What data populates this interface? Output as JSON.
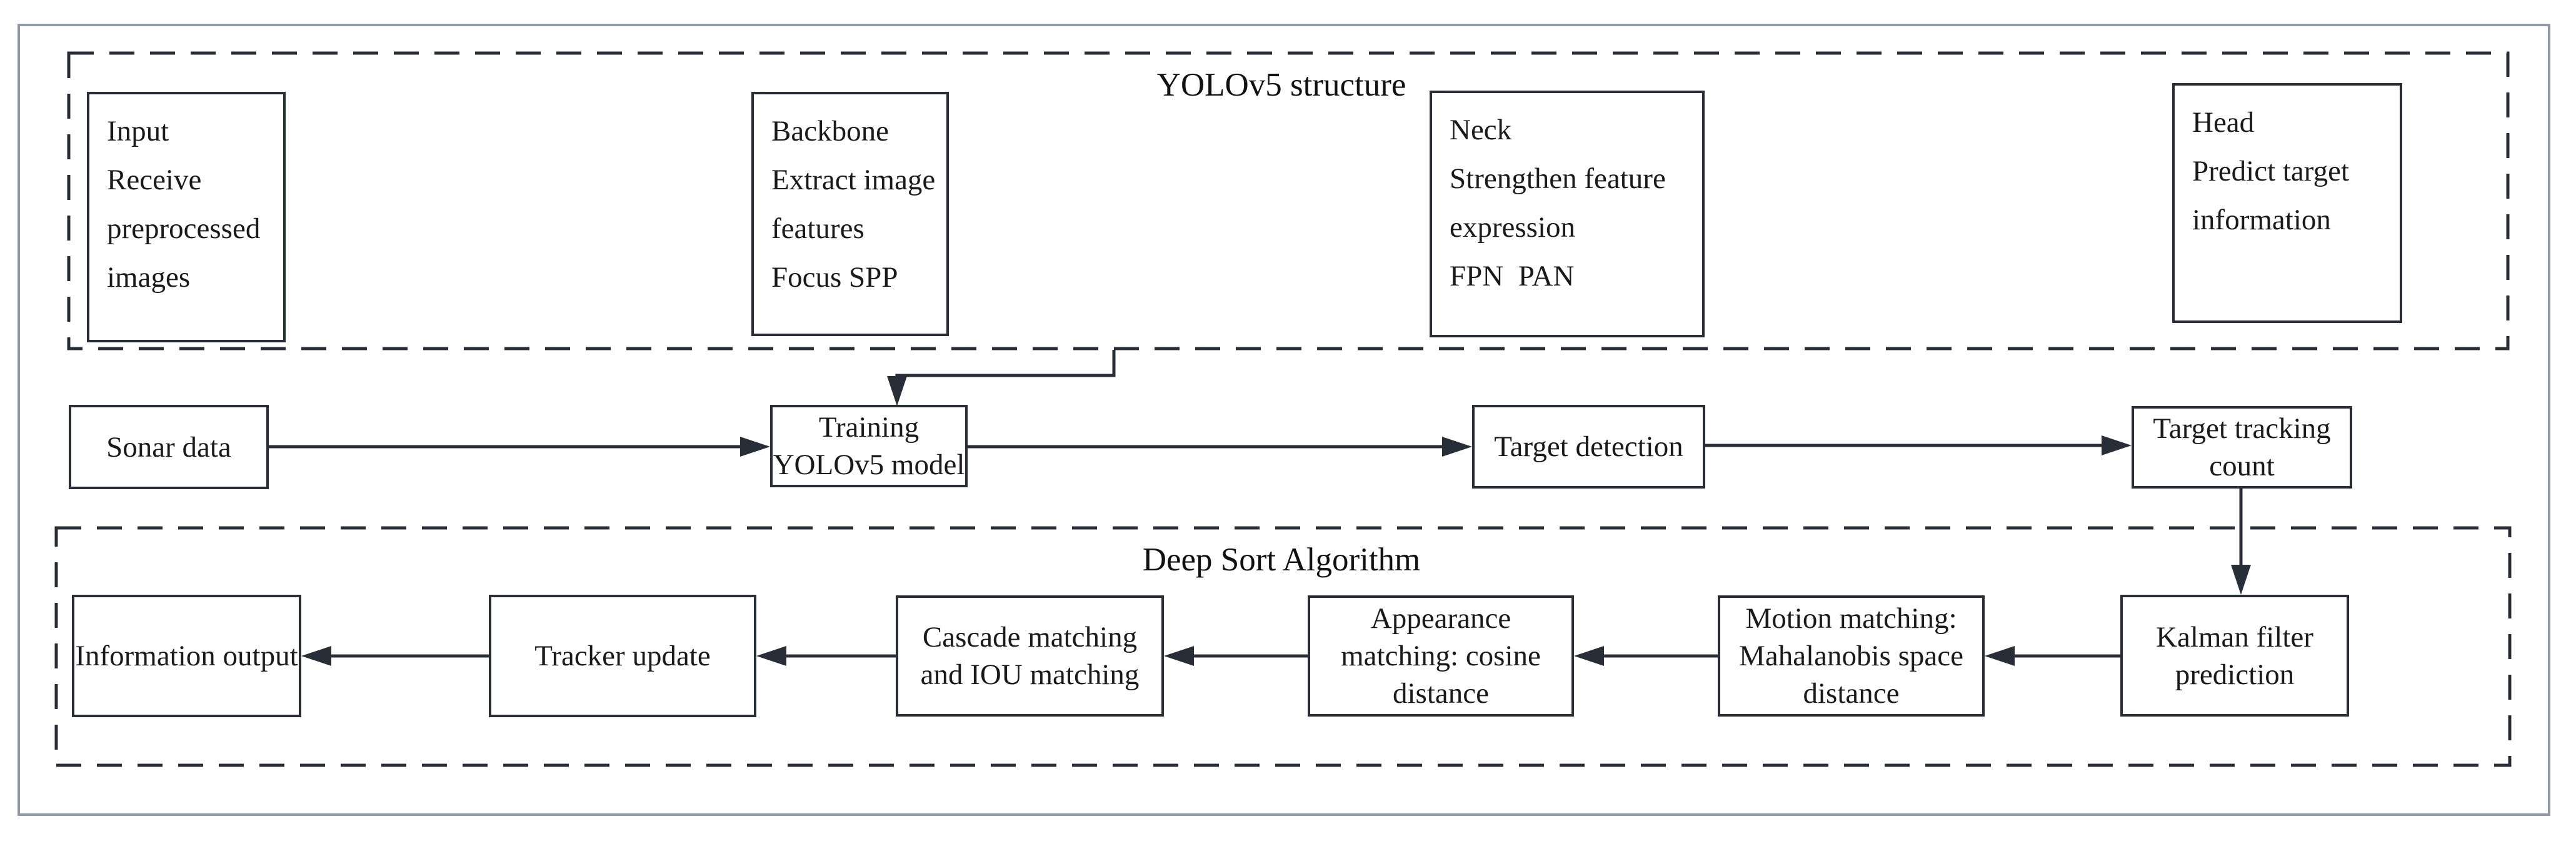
{
  "yolo_section": {
    "title": "YOLOv5 structure",
    "boxes": {
      "input": "Input\nReceive\npreprocessed\nimages",
      "backbone": "Backbone\nExtract image\nfeatures\nFocus SPP",
      "neck": "Neck\nStrengthen feature\nexpression\nFPN  PAN",
      "head": "Head\nPredict target\ninformation"
    }
  },
  "pipeline": {
    "sonar": "Sonar data",
    "training": "Training\nYOLOv5 model",
    "detection": "Target detection",
    "tracking": "Target tracking\ncount"
  },
  "deepsort_section": {
    "title": "Deep Sort Algorithm",
    "boxes": {
      "kalman": "Kalman filter\nprediction",
      "motion": "Motion matching:\nMahalanobis space\ndistance",
      "appearance": "Appearance\nmatching: cosine\ndistance",
      "cascade": "Cascade matching\nand IOU matching",
      "tracker": "Tracker update",
      "output": "Information output"
    }
  },
  "colors": {
    "line": "#272e38",
    "text": "#1a1a1a",
    "outer_border": "#8e99a4",
    "background": "#ffffff"
  }
}
